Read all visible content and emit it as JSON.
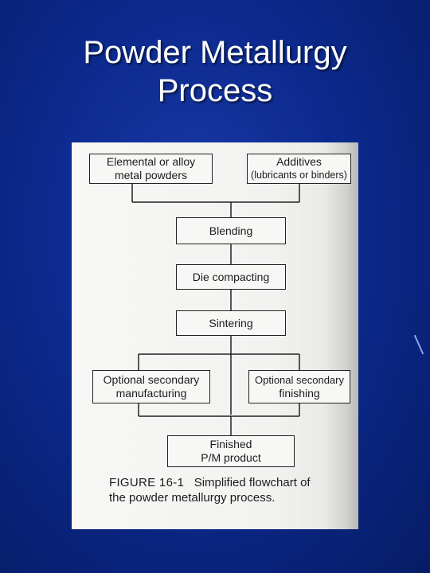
{
  "slide": {
    "title_line1": "Powder Metallurgy",
    "title_line2": "Process"
  },
  "flowchart": {
    "elemental": [
      "Elemental or alloy",
      "metal powders"
    ],
    "additives": [
      "Additives",
      "(lubricants or binders)"
    ],
    "blending": "Blending",
    "die_compacting": "Die compacting",
    "sintering": "Sintering",
    "secondary_manufacturing": [
      "Optional secondary",
      "manufacturing"
    ],
    "secondary_finishing": [
      "Optional secondary",
      "finishing"
    ],
    "finished": [
      "Finished",
      "P/M product"
    ]
  },
  "caption": {
    "figure": "FIGURE 16-1",
    "text_line1": "Simplified flowchart of",
    "text_line2": "the powder metallurgy process."
  }
}
